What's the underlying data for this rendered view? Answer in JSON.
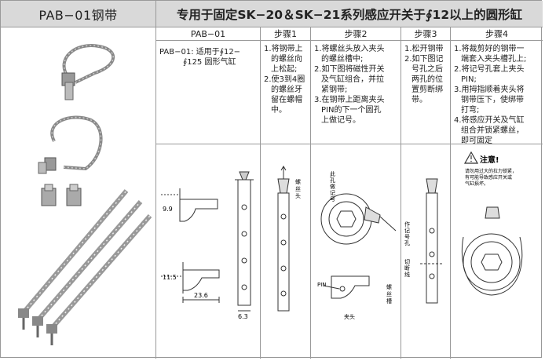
{
  "header": {
    "left_title": "PAB−01钢带",
    "right_title": "专用于固定SK−20＆SK−21系列感应开关于∮12以上的圆形缸"
  },
  "columns": [
    "PAB−01",
    "步骤1",
    "步骤2",
    "步骤3",
    "步骤4"
  ],
  "content": {
    "pab01": [
      "PAB−01: 适用于∮12−",
      "∮125 圆形气缸"
    ],
    "step1": [
      "1.将钢带上",
      "的螺丝向",
      "上松起;",
      "2.使3到4圈",
      "的螺丝牙",
      "留在螺帽",
      "中。"
    ],
    "step2": [
      "1.将螺丝头放入夹头",
      "的螺丝槽中;",
      "2.如下图将磁性开关",
      "及气缸组合，并拉",
      "紧钢带;",
      "3.在钢带上距离夹头",
      "PIN的下一个圆孔",
      "上做记号。"
    ],
    "step3": [
      "1.松开钢带",
      "2.如下图记",
      "号孔之后",
      "两孔的位",
      "置剪断绑",
      "带。"
    ],
    "step4": [
      "1.将裁剪好的钢带一",
      "端套入夹头槽孔上;",
      "2.将记号孔套上夹头",
      "PIN;",
      "3.用拇指顺着夹头将",
      "钢带压下，使绑带",
      "打弯;",
      "4.将感应开关及气缸",
      "组合并锁紧螺丝，",
      "即可固定"
    ]
  },
  "drawings": {
    "dim_9_9": "9.9",
    "dim_11_5": "11.5",
    "dim_23_6": "23.6",
    "dim_6_3": "6.3",
    "screw_head": "螺丝头",
    "mark_hole": "此孔做记号",
    "pin": "PIN",
    "screw_slot": "螺丝槽",
    "clamp": "夹头",
    "marked_hole": "作记号孔",
    "cut_line": "切断线",
    "notice_title": "注意!",
    "notice_text": [
      "请勿用过大的拉力锁紧，",
      "有可能导致感应开关或",
      "气缸损坏。"
    ]
  }
}
